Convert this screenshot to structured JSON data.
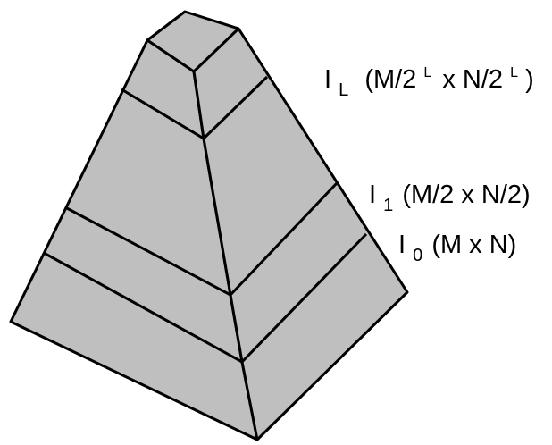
{
  "colors": {
    "face_fill": "#bfbfbf",
    "stroke": "#000000",
    "background": "#ffffff"
  },
  "labels": {
    "top": {
      "base": "I",
      "sub": "L",
      "open": "(M/2",
      "sup1": "L",
      "mid": "x N/2",
      "sup2": "L",
      "close": ")"
    },
    "level1": {
      "base": "I",
      "sub": "1",
      "text": "(M/2 x N/2)"
    },
    "level0": {
      "base": "I",
      "sub": "0",
      "text": "(M x N)"
    }
  }
}
